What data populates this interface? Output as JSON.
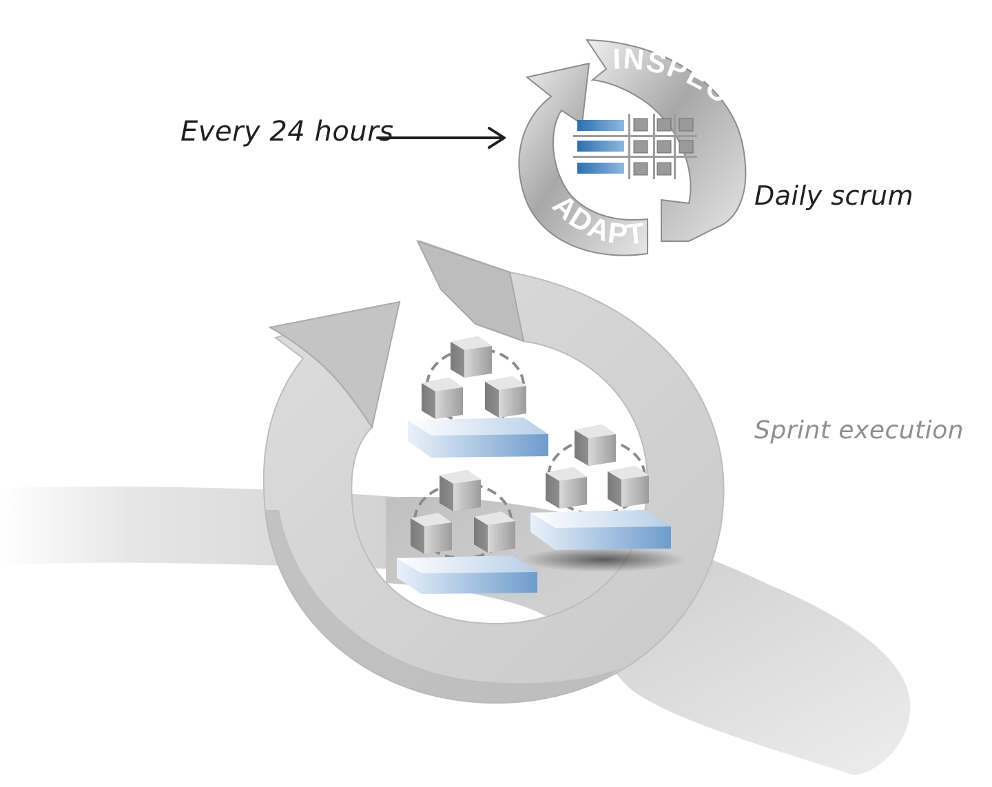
{
  "labels": {
    "every_24_hours": "Every 24 hours",
    "daily_scrum": "Daily scrum",
    "sprint_execution": "Sprint execution"
  },
  "cycle_words": {
    "inspect": "INSPECT",
    "adapt": "ADAPT"
  },
  "colors": {
    "dark_text": "#1f1f1f",
    "light_text": "#8f8f8f",
    "backlog_blue": "#6e9ccc",
    "ring_gray": "#9a9a9a"
  },
  "icons": [
    "arrow-right-icon",
    "cycle-arrow-icon",
    "task-cube-icon",
    "task-board-icon",
    "backlog-item-icon"
  ]
}
